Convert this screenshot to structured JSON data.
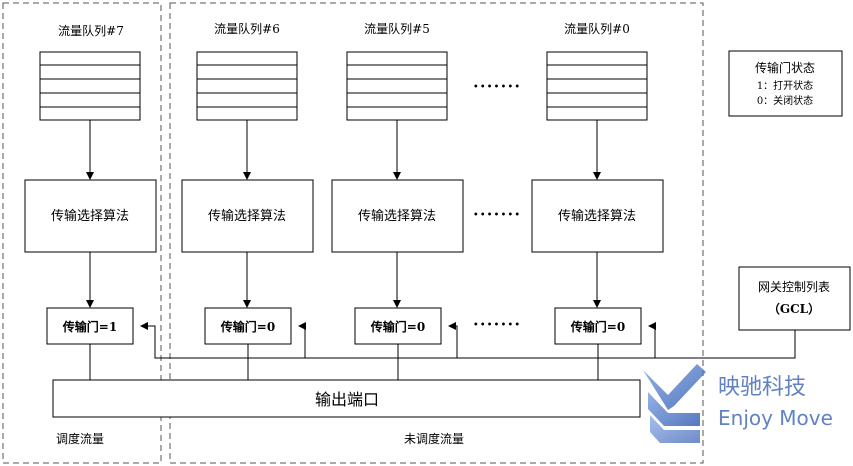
{
  "queues": [
    {
      "label": "流量队列#7"
    },
    {
      "label": "流量队列#6"
    },
    {
      "label": "流量队列#5"
    },
    {
      "label": "流量队列#0"
    }
  ],
  "algorithm_label": "传输选择算法",
  "gates": [
    "传输门=1",
    "传输门=0",
    "传输门=0",
    "传输门=0"
  ],
  "ellipsis": "•••••••",
  "output_port": "输出端口",
  "gcl": {
    "line1": "网关控制列表",
    "line2": "（GCL）"
  },
  "legend": {
    "title": "传输门状态",
    "open": "1：打开状态",
    "closed": "0：关闭状态"
  },
  "region_labels": {
    "scheduled": "调度流量",
    "unscheduled": "未调度流量"
  },
  "watermark": {
    "cn": "映驰科技",
    "en": "Enjoy Move",
    "color": "#3a63b5"
  }
}
